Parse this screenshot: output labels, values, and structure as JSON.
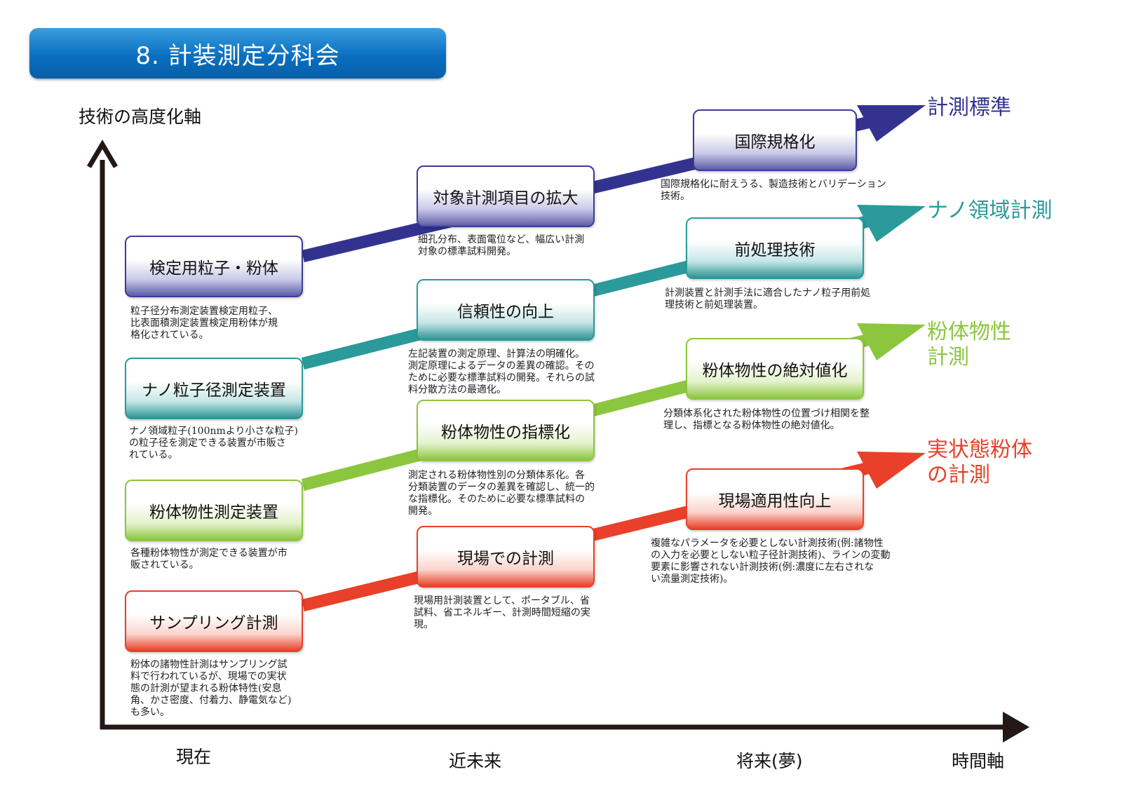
{
  "title": "8. 計装測定分科会",
  "axes": {
    "y_label": "技術の高度化軸",
    "x_label": "時間軸",
    "x_stages": [
      "現在",
      "近未来",
      "将来(夢)"
    ]
  },
  "colors": {
    "title": "#0a6fc0",
    "blue": "#33338f",
    "teal": "#2a9a9a",
    "green": "#8cc63f",
    "red": "#e8402a",
    "axis": "#231815"
  },
  "tracks": [
    {
      "id": "blue",
      "goal": "計測標準",
      "nodes": [
        {
          "label": "検定用粒子・粉体",
          "desc": [
            "粒子径分布測定装置検定用粒子、",
            "比表面積測定装置検定用粉体が規",
            "格化されている。"
          ]
        },
        {
          "label": "対象計測項目の拡大",
          "desc": [
            "細孔分布、表面電位など、幅広い計測",
            "対象の標準試料開発。"
          ]
        },
        {
          "label": "国際規格化",
          "desc": [
            "国際規格化に耐えうる、製造技術とバリデーション",
            "技術。"
          ]
        }
      ]
    },
    {
      "id": "teal",
      "goal": "ナノ領域計測",
      "nodes": [
        {
          "label": "ナノ粒子径測定装置",
          "desc": [
            "ナノ領域粒子(100nmより小さな粒子)",
            "の粒子径を測定できる装置が市販さ",
            "れている。"
          ]
        },
        {
          "label": "信頼性の向上",
          "desc": [
            "左記装置の測定原理、計算法の明確化。",
            "測定原理によるデータの差異の確認。その",
            "ために必要な標準試料の開発。それらの試",
            "料分散方法の最適化。"
          ]
        },
        {
          "label": "前処理技術",
          "desc": [
            "計測装置と計測手法に適合したナノ粒子用前処",
            "理技術と前処理装置。"
          ]
        }
      ]
    },
    {
      "id": "green",
      "goal": "粉体物性\n計測",
      "nodes": [
        {
          "label": "粉体物性測定装置",
          "desc": [
            "各種粉体物性が測定できる装置が市",
            "販されている。"
          ]
        },
        {
          "label": "粉体物性の指標化",
          "desc": [
            "測定される粉体物性別の分類体系化。各",
            "分類装置のデータの差異を確認し、統一的",
            "な指標化。そのために必要な標準試料の",
            "開発。"
          ]
        },
        {
          "label": "粉体物性の絶対値化",
          "desc": [
            "分類体系化された粉体物性の位置づけ相関を整",
            "理し、指標となる粉体物性の絶対値化。"
          ]
        }
      ]
    },
    {
      "id": "red",
      "goal": "実状態粉体\nの計測",
      "nodes": [
        {
          "label": "サンプリング計測",
          "desc": [
            "粉体の諸物性計測はサンプリング試",
            "料で行われているが、現場での実状",
            "態の計測が望まれる粉体特性(安息",
            "角、かさ密度、付着力、静電気など)",
            "も多い。"
          ]
        },
        {
          "label": "現場での計測",
          "desc": [
            "現場用計測装置として、ポータブル、省",
            "試料、省エネルギー、計測時間短縮の実",
            "現。"
          ]
        },
        {
          "label": "現場適用性向上",
          "desc": [
            "複雑なパラメータを必要としない計測技術(例:諸物性",
            "の入力を必要としない粒子径計測技術)、ラインの変動",
            "要素に影響されない計測技術(例:濃度に左右されな",
            "い流量測定技術)。"
          ]
        }
      ]
    }
  ]
}
